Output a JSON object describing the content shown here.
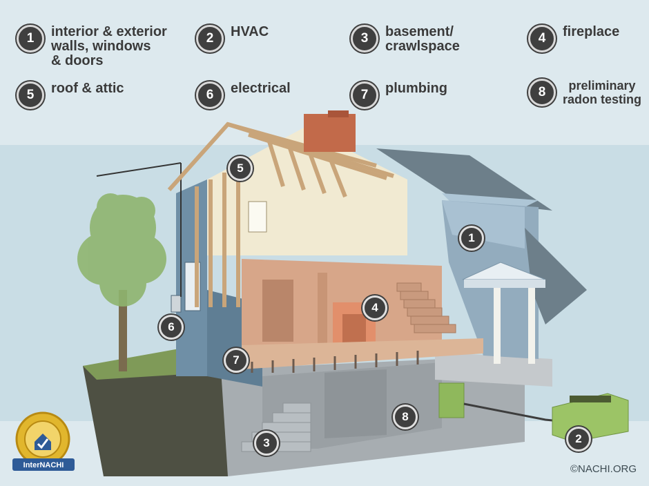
{
  "legend": [
    {
      "number": "1",
      "label": "interior & exterior\nwalls, windows\n& doors"
    },
    {
      "number": "2",
      "label": "HVAC"
    },
    {
      "number": "3",
      "label": "basement/\ncrawlspace"
    },
    {
      "number": "4",
      "label": "fireplace"
    },
    {
      "number": "5",
      "label": "roof & attic"
    },
    {
      "number": "6",
      "label": "electrical"
    },
    {
      "number": "7",
      "label": "plumbing"
    },
    {
      "number": "8",
      "label": "preliminary\nradon testing"
    }
  ],
  "markers": [
    "5",
    "1",
    "4",
    "6",
    "7",
    "8",
    "3",
    "2"
  ],
  "logo": {
    "name": "InterNACHI"
  },
  "copyright": "©NACHI.ORG",
  "colors": {
    "background": "#dde9ee",
    "badge": "#3f3f3f",
    "wall_blue": "#6f8fa6",
    "wood": "#c9a57a",
    "interior": "#d7a689",
    "ground": "#4e5043",
    "concrete": "#a7adb1",
    "hvac_green": "#8fb85c"
  }
}
